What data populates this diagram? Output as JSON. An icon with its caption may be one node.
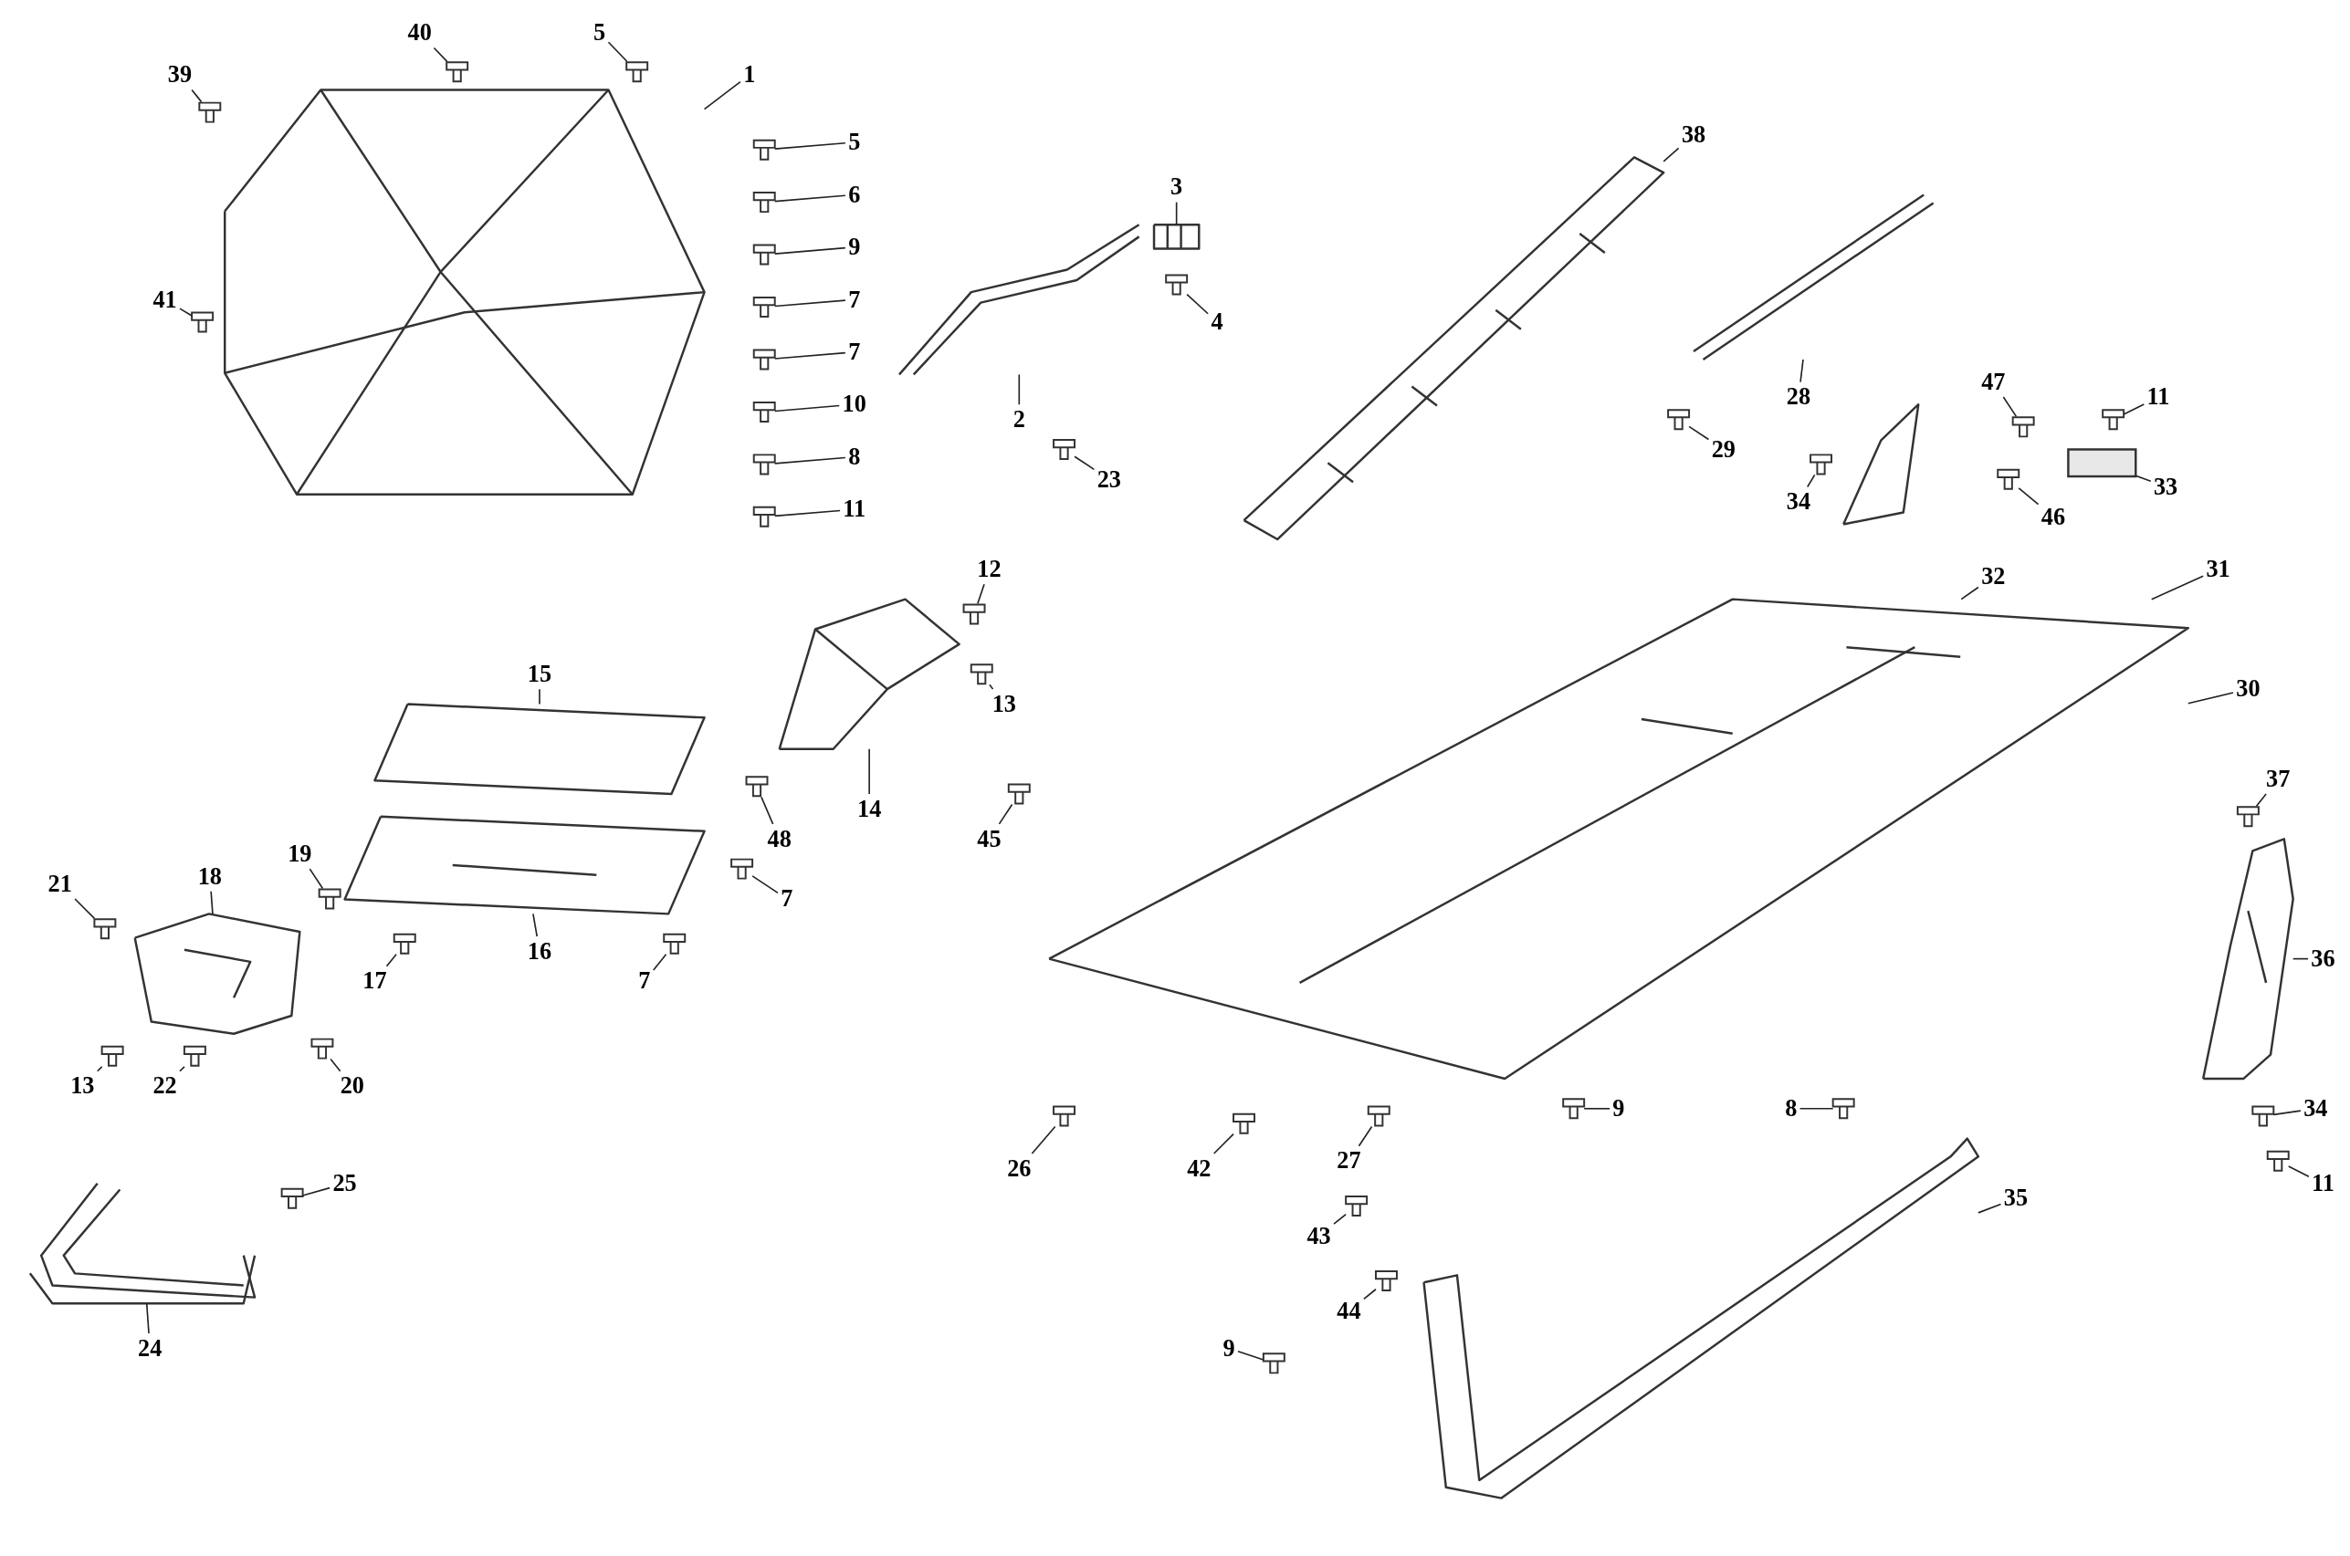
{
  "diagram": {
    "nodes": [
      {
        "text": [
          "1"
        ]
      },
      {
        "text": [
          "39"
        ]
      },
      {
        "text": [
          "40"
        ]
      },
      {
        "text": [
          "5"
        ]
      },
      {
        "text": [
          "41"
        ]
      },
      {
        "text": [
          "5"
        ]
      },
      {
        "text": [
          "6"
        ]
      },
      {
        "text": [
          "9"
        ]
      },
      {
        "text": [
          "7"
        ]
      },
      {
        "text": [
          "3"
        ]
      },
      {
        "text": [
          "4"
        ]
      },
      {
        "text": [
          "2"
        ]
      },
      {
        "text": [
          "7"
        ]
      },
      {
        "text": [
          "10"
        ]
      },
      {
        "text": [
          "8"
        ]
      },
      {
        "text": [
          "11"
        ]
      },
      {
        "text": [
          "23"
        ]
      },
      {
        "text": [
          "12"
        ]
      },
      {
        "text": [
          "13"
        ]
      },
      {
        "text": [
          "14"
        ]
      },
      {
        "text": [
          "48"
        ]
      },
      {
        "text": [
          "7"
        ]
      },
      {
        "text": [
          "15"
        ]
      },
      {
        "text": [
          "16"
        ]
      },
      {
        "text": [
          "17"
        ]
      },
      {
        "text": [
          "7"
        ]
      },
      {
        "text": [
          "21"
        ]
      },
      {
        "text": [
          "19"
        ]
      },
      {
        "text": [
          "18"
        ]
      },
      {
        "text": [
          "22"
        ]
      },
      {
        "text": [
          "20"
        ]
      },
      {
        "text": [
          "13"
        ]
      },
      {
        "text": [
          "25"
        ]
      },
      {
        "text": [
          "24"
        ]
      },
      {
        "text": [
          "38"
        ]
      },
      {
        "text": [
          "31"
        ]
      },
      {
        "text": [
          "32"
        ]
      },
      {
        "text": [
          "30"
        ]
      },
      {
        "text": [
          "28"
        ]
      },
      {
        "text": [
          "29"
        ]
      },
      {
        "text": [
          "11"
        ]
      },
      {
        "text": [
          "47"
        ]
      },
      {
        "text": [
          "46"
        ]
      },
      {
        "text": [
          "33"
        ]
      },
      {
        "text": [
          "34"
        ]
      },
      {
        "text": [
          "45"
        ]
      },
      {
        "text": [
          "8"
        ]
      },
      {
        "text": [
          "37"
        ]
      },
      {
        "text": [
          "34"
        ]
      },
      {
        "text": [
          "36"
        ]
      },
      {
        "text": [
          "11"
        ]
      },
      {
        "text": [
          "35"
        ]
      },
      {
        "text": [
          "26"
        ]
      },
      {
        "text": [
          "42"
        ]
      },
      {
        "text": [
          "27"
        ]
      },
      {
        "text": [
          "43"
        ]
      },
      {
        "text": [
          "9"
        ]
      },
      {
        "text": [
          "44"
        ]
      },
      {
        "text": [
          "9"
        ]
      },
      {
        "text": [],
        "shape": "picture"
      },
      {
        "text": [],
        "shape": "picture"
      },
      {
        "text": [],
        "shape": "picture"
      },
      {
        "text": [],
        "shape": "picture"
      },
      {
        "text": [],
        "shape": "picture"
      },
      {
        "text": [],
        "shape": "picture"
      },
      {
        "text": [],
        "shape": "picture"
      },
      {
        "text": [],
        "shape": "picture"
      },
      {
        "text": [],
        "shape": "picture"
      },
      {
        "text": [],
        "shape": "picture"
      },
      {
        "text": [],
        "shape": "picture"
      },
      {
        "text": [],
        "shape": "picture"
      },
      {
        "text": [],
        "shape": "picture"
      },
      {
        "text": [],
        "shape": "picture"
      },
      {
        "text": [],
        "shape": "box"
      },
      {
        "text": [],
        "shape": "picture"
      },
      {
        "text": [],
        "shape": "picture"
      },
      {
        "text": [],
        "shape": "picture"
      },
      {
        "text": [],
        "shape": "picture"
      },
      {
        "text": [],
        "shape": "picture"
      },
      {
        "text": [],
        "shape": "picture"
      },
      {
        "text": [],
        "shape": "picture"
      },
      {
        "text": [],
        "shape": "picture"
      },
      {
        "text": [],
        "shape": "picture"
      },
      {
        "text": [],
        "shape": "picture"
      },
      {
        "text": [],
        "shape": "picture"
      },
      {
        "text": [],
        "shape": "picture"
      },
      {
        "text": [],
        "shape": "picture"
      },
      {
        "text": [],
        "shape": "picture"
      },
      {
        "text": [],
        "shape": "picture"
      },
      {
        "text": [],
        "shape": "picture"
      },
      {
        "text": [],
        "shape": "picture"
      },
      {
        "text": [],
        "shape": "picture"
      },
      {
        "text": [],
        "shape": "picture"
      },
      {
        "text": [],
        "shape": "picture"
      },
      {
        "text": [],
        "shape": "picture"
      },
      {
        "text": [],
        "shape": "picture"
      },
      {
        "text": [],
        "shape": "picture"
      },
      {
        "text": [],
        "shape": "picture"
      },
      {
        "text": [],
        "shape": "picture"
      },
      {
        "text": [],
        "shape": "picture"
      },
      {
        "text": [],
        "shape": "picture"
      },
      {
        "text": [],
        "shape": "picture"
      },
      {
        "text": [],
        "shape": "picture"
      },
      {
        "text": [],
        "shape": "picture"
      },
      {
        "text": [],
        "shape": "picture"
      },
      {
        "text": [],
        "shape": "picture"
      },
      {
        "text": [],
        "shape": "picture"
      },
      {
        "text": [],
        "shape": "picture"
      },
      {
        "text": [],
        "shape": "picture"
      },
      {
        "text": [],
        "shape": "picture"
      },
      {
        "text": [],
        "shape": "picture"
      },
      {
        "text": [],
        "shape": "picture"
      },
      {
        "text": [],
        "shape": "picture"
      },
      {
        "text": [],
        "shape": "picture"
      },
      {
        "text": [],
        "shape": "picture"
      },
      {
        "text": [],
        "shape": "picture"
      },
      {
        "text": [],
        "shape": "picture"
      }
    ],
    "edges": [
      {
        "from": 0,
        "to": 59,
        "arrow": "none"
      },
      {
        "from": 1,
        "to": 74,
        "arrow": "none"
      },
      {
        "from": 2,
        "to": 75,
        "arrow": "none"
      },
      {
        "from": 3,
        "to": 76,
        "arrow": "none"
      },
      {
        "from": 4,
        "to": 77,
        "arrow": "none"
      },
      {
        "from": 5,
        "to": 78,
        "arrow": "none"
      },
      {
        "from": 6,
        "to": 79,
        "arrow": "none"
      },
      {
        "from": 7,
        "to": 80,
        "arrow": "none"
      },
      {
        "from": 8,
        "to": 81,
        "arrow": "none"
      },
      {
        "from": 9,
        "to": 61,
        "arrow": "none"
      },
      {
        "from": 10,
        "to": 82,
        "arrow": "none"
      },
      {
        "from": 11,
        "to": 60,
        "arrow": "none"
      },
      {
        "from": 12,
        "to": 83,
        "arrow": "none"
      },
      {
        "from": 13,
        "to": 84,
        "arrow": "none"
      },
      {
        "from": 14,
        "to": 85,
        "arrow": "none"
      },
      {
        "from": 15,
        "to": 86,
        "arrow": "none"
      },
      {
        "from": 16,
        "to": 87,
        "arrow": "none"
      },
      {
        "from": 17,
        "to": 88,
        "arrow": "none"
      },
      {
        "from": 18,
        "to": 89,
        "arrow": "none"
      },
      {
        "from": 19,
        "to": 64,
        "arrow": "none"
      },
      {
        "from": 20,
        "to": 90,
        "arrow": "none"
      },
      {
        "from": 21,
        "to": 91,
        "arrow": "none"
      },
      {
        "from": 22,
        "to": 62,
        "arrow": "none"
      },
      {
        "from": 23,
        "to": 63,
        "arrow": "none"
      },
      {
        "from": 24,
        "to": 92,
        "arrow": "none"
      },
      {
        "from": 25,
        "to": 93,
        "arrow": "none"
      },
      {
        "from": 26,
        "to": 94,
        "arrow": "none"
      },
      {
        "from": 27,
        "to": 95,
        "arrow": "none"
      },
      {
        "from": 28,
        "to": 65,
        "arrow": "none"
      },
      {
        "from": 29,
        "to": 96,
        "arrow": "none"
      },
      {
        "from": 30,
        "to": 97,
        "arrow": "none"
      },
      {
        "from": 31,
        "to": 98,
        "arrow": "none"
      },
      {
        "from": 32,
        "to": 99,
        "arrow": "none"
      },
      {
        "from": 33,
        "to": 66,
        "arrow": "none"
      },
      {
        "from": 34,
        "to": 67,
        "arrow": "none"
      },
      {
        "from": 35,
        "to": 69,
        "arrow": "none"
      },
      {
        "from": 36,
        "to": 69,
        "arrow": "none"
      },
      {
        "from": 37,
        "to": 69,
        "arrow": "none"
      },
      {
        "from": 38,
        "to": 68,
        "arrow": "none"
      },
      {
        "from": 39,
        "to": 100,
        "arrow": "none"
      },
      {
        "from": 40,
        "to": 101,
        "arrow": "none"
      },
      {
        "from": 41,
        "to": 102,
        "arrow": "none"
      },
      {
        "from": 42,
        "to": 103,
        "arrow": "none"
      },
      {
        "from": 43,
        "to": 73,
        "arrow": "none"
      },
      {
        "from": 44,
        "to": 104,
        "arrow": "none"
      },
      {
        "from": 45,
        "to": 105,
        "arrow": "none"
      },
      {
        "from": 46,
        "to": 106,
        "arrow": "none"
      },
      {
        "from": 47,
        "to": 107,
        "arrow": "none"
      },
      {
        "from": 48,
        "to": 108,
        "arrow": "none"
      },
      {
        "from": 49,
        "to": 71,
        "arrow": "none"
      },
      {
        "from": 50,
        "to": 109,
        "arrow": "none"
      },
      {
        "from": 51,
        "to": 70,
        "arrow": "none"
      },
      {
        "from": 52,
        "to": 110,
        "arrow": "none"
      },
      {
        "from": 53,
        "to": 111,
        "arrow": "none"
      },
      {
        "from": 54,
        "to": 112,
        "arrow": "none"
      },
      {
        "from": 55,
        "to": 113,
        "arrow": "none"
      },
      {
        "from": 56,
        "to": 114,
        "arrow": "none"
      },
      {
        "from": 57,
        "to": 115,
        "arrow": "none"
      },
      {
        "from": 58,
        "to": 116,
        "arrow": "none"
      }
    ]
  }
}
